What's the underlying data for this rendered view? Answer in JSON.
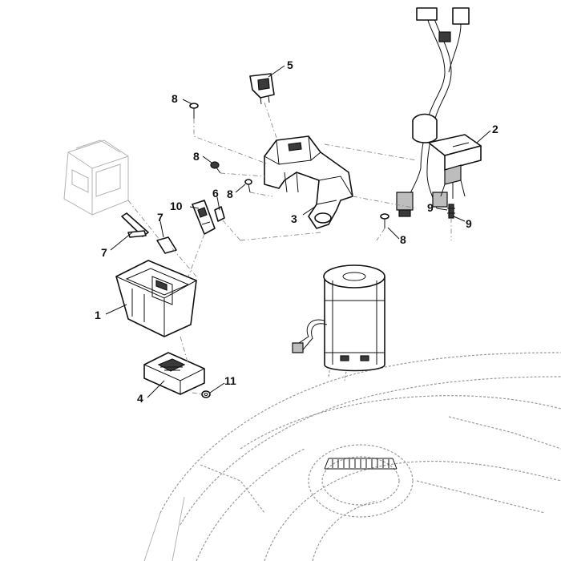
{
  "callouts": [
    {
      "id": "c1",
      "text": "1"
    },
    {
      "id": "c2",
      "text": "2"
    },
    {
      "id": "c3",
      "text": "3"
    },
    {
      "id": "c4",
      "text": "4"
    },
    {
      "id": "c5",
      "text": "5"
    },
    {
      "id": "c6",
      "text": "6"
    },
    {
      "id": "c7a",
      "text": "7"
    },
    {
      "id": "c7b",
      "text": "7"
    },
    {
      "id": "c8a",
      "text": "8"
    },
    {
      "id": "c8b",
      "text": "8"
    },
    {
      "id": "c8c",
      "text": "8"
    },
    {
      "id": "c8d",
      "text": "8"
    },
    {
      "id": "c9a",
      "text": "9"
    },
    {
      "id": "c9b",
      "text": "9"
    },
    {
      "id": "c10",
      "text": "10"
    },
    {
      "id": "c11",
      "text": "11"
    }
  ]
}
